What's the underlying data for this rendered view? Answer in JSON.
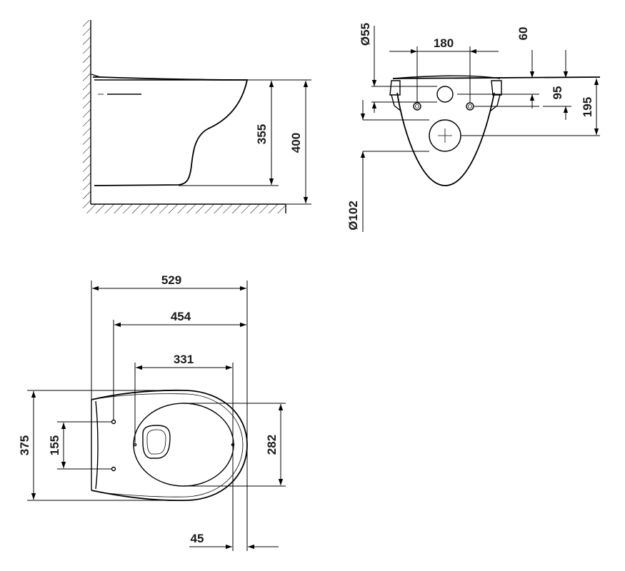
{
  "side_view": {
    "dims": {
      "bowl_height": "355",
      "total_height": "400"
    }
  },
  "front_view": {
    "dims": {
      "drain_diameter_top": "Ø55",
      "bolt_spacing": "180",
      "top_offset": "60",
      "upper_height": "95",
      "mount_height": "195",
      "outlet_diameter": "Ø102"
    }
  },
  "top_view": {
    "dims": {
      "overall_length": "529",
      "bolt_to_front": "454",
      "seat_opening": "331",
      "overall_width": "375",
      "bolt_spacing_width": "155",
      "opening_width": "282",
      "front_offset": "45"
    }
  }
}
